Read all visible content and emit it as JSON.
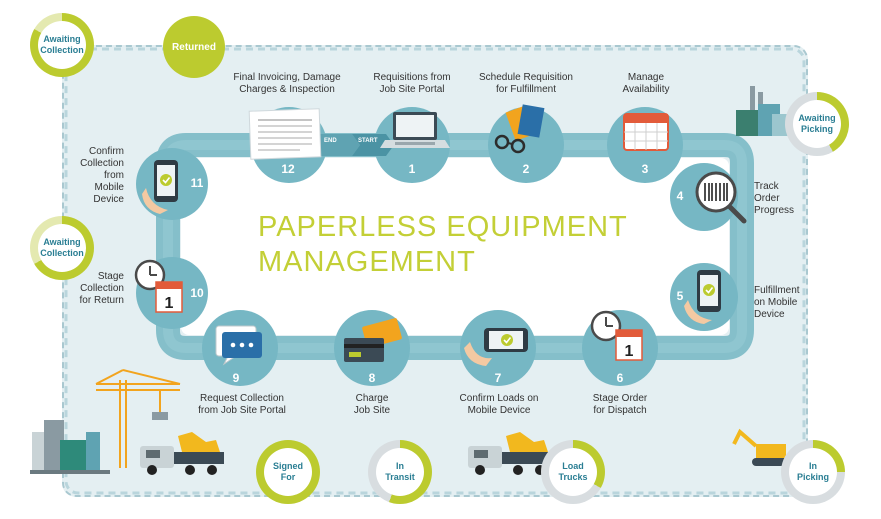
{
  "title": {
    "line1": "PAPERLESS EQUIPMENT",
    "line2": "MANAGEMENT"
  },
  "steps": [
    {
      "num": "1",
      "label": "Requisitions from\nJob Site Portal"
    },
    {
      "num": "2",
      "label": "Schedule Requisition\nfor Fulfillment"
    },
    {
      "num": "3",
      "label": "Manage\nAvailability"
    },
    {
      "num": "4",
      "label": "Track\nOrder\nProgress"
    },
    {
      "num": "5",
      "label": "Fulfillment\non Mobile\nDevice"
    },
    {
      "num": "6",
      "label": "Stage Order\nfor Dispatch"
    },
    {
      "num": "7",
      "label": "Confirm Loads on\nMobile Device"
    },
    {
      "num": "8",
      "label": "Charge\nJob Site"
    },
    {
      "num": "9",
      "label": "Request Collection\nfrom Job Site Portal"
    },
    {
      "num": "10",
      "label": "Stage\nCollection\nfor Return"
    },
    {
      "num": "11",
      "label": "Confirm\nCollection\nfrom\nMobile\nDevice"
    },
    {
      "num": "12",
      "label": "Final Invoicing, Damage\nCharges & Inspection"
    }
  ],
  "markers": {
    "end": "END",
    "start": "START"
  },
  "statuses": {
    "awaiting_collection_top": "Awaiting\nCollection",
    "returned": "Returned",
    "awaiting_picking": "Awaiting\nPicking",
    "awaiting_collection_mid": "Awaiting\nCollection",
    "signed_for": "Signed\nFor",
    "in_transit": "In\nTransit",
    "load_trucks": "Load\nTrucks",
    "in_picking": "In\nPicking"
  },
  "colors": {
    "teal": "#7cb8c4",
    "teal_dark": "#5fa3b2",
    "lime": "#bccb2f",
    "node": "#8dc3cd"
  }
}
